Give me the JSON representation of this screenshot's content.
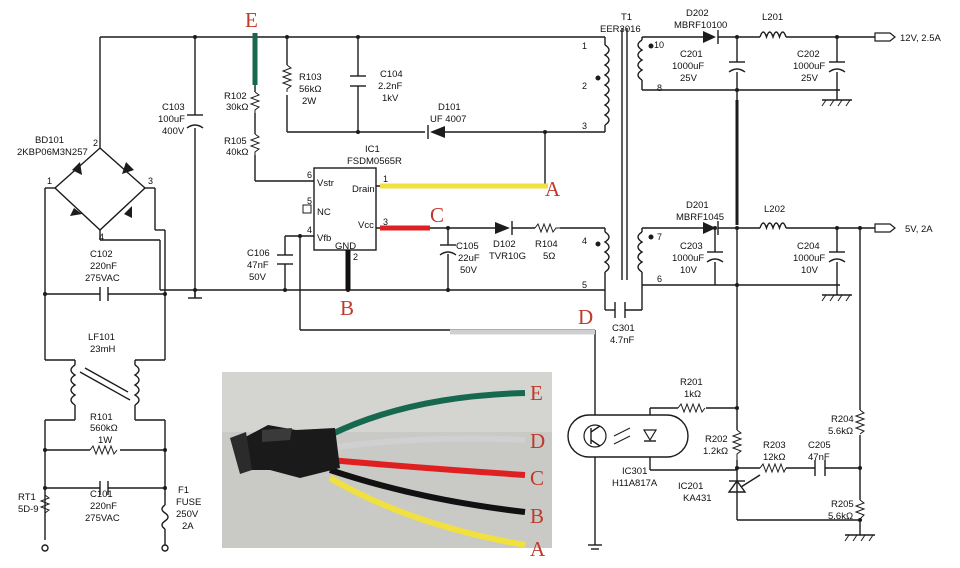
{
  "colors": {
    "wire": "#1c1c1c",
    "marker_label": "#c0392b",
    "wire_E": "#16694f",
    "wire_A": "#f0e040",
    "wire_C": "#e02020",
    "wire_B": "#111111",
    "wire_D": "#d0d0d0"
  },
  "markers": {
    "E": "E",
    "A": "A",
    "C": "C",
    "B": "B",
    "D": "D"
  },
  "photo": {
    "labels": [
      "E",
      "D",
      "C",
      "B",
      "A"
    ]
  },
  "components": {
    "bd101": {
      "ref": "BD101",
      "part": "2KBP06M3N257",
      "pins": [
        "1",
        "2",
        "3",
        "4"
      ]
    },
    "c103": {
      "ref": "C103",
      "value": "100uF",
      "voltage": "400V"
    },
    "r102": {
      "ref": "R102",
      "value": "30kΩ"
    },
    "r105": {
      "ref": "R105",
      "value": "40kΩ"
    },
    "r103": {
      "ref": "R103",
      "value": "56kΩ",
      "power": "2W"
    },
    "c104": {
      "ref": "C104",
      "value": "2.2nF",
      "voltage": "1kV"
    },
    "d101": {
      "ref": "D101",
      "part": "UF 4007"
    },
    "ic1": {
      "ref": "IC1",
      "part": "FSDM0565R",
      "vstr": "Vstr",
      "drain": "Drain",
      "nc": "NC",
      "vcc": "Vcc",
      "vfb": "Vfb",
      "gnd": "GND",
      "pins": [
        "6",
        "1",
        "5",
        "3",
        "4",
        "2"
      ]
    },
    "c102": {
      "ref": "C102",
      "value": "220nF",
      "voltage": "275VAC"
    },
    "c106": {
      "ref": "C106",
      "value": "47nF",
      "voltage": "50V"
    },
    "c105": {
      "ref": "C105",
      "value": "22uF",
      "voltage": "50V"
    },
    "d102": {
      "ref": "D102",
      "part": "TVR10G"
    },
    "r104": {
      "ref": "R104",
      "value": "5Ω"
    },
    "lf101": {
      "ref": "LF101",
      "value": "23mH"
    },
    "r101": {
      "ref": "R101",
      "value": "560kΩ",
      "power": "1W"
    },
    "c101": {
      "ref": "C101",
      "value": "220nF",
      "voltage": "275VAC"
    },
    "rt1": {
      "ref": "RT1",
      "value": "5D-9"
    },
    "f1": {
      "ref": "F1",
      "type": "FUSE",
      "voltage": "250V",
      "current": "2A"
    },
    "t1": {
      "ref": "T1",
      "part": "EER3016",
      "pins": [
        "1",
        "2",
        "3",
        "4",
        "5",
        "10",
        "8",
        "7",
        "6"
      ]
    },
    "d202": {
      "ref": "D202",
      "part": "MBRF10100"
    },
    "c201": {
      "ref": "C201",
      "value": "1000uF",
      "voltage": "25V"
    },
    "l201": {
      "ref": "L201"
    },
    "c202": {
      "ref": "C202",
      "value": "1000uF",
      "voltage": "25V"
    },
    "out12": {
      "label": "12V, 2.5A"
    },
    "d201": {
      "ref": "D201",
      "part": "MBRF1045"
    },
    "c203": {
      "ref": "C203",
      "value": "1000uF",
      "voltage": "10V"
    },
    "l202": {
      "ref": "L202"
    },
    "c204": {
      "ref": "C204",
      "value": "1000uF",
      "voltage": "10V"
    },
    "out5": {
      "label": "5V, 2A"
    },
    "c301": {
      "ref": "C301",
      "value": "4.7nF"
    },
    "r201": {
      "ref": "R201",
      "value": "1kΩ"
    },
    "r202": {
      "ref": "R202",
      "value": "1.2kΩ"
    },
    "r203": {
      "ref": "R203",
      "value": "12kΩ"
    },
    "c205": {
      "ref": "C205",
      "value": "47nF"
    },
    "r204": {
      "ref": "R204",
      "value": "5.6kΩ"
    },
    "r205": {
      "ref": "R205",
      "value": "5.6kΩ"
    },
    "ic301": {
      "ref": "IC301",
      "part": "H11A817A"
    },
    "ic201": {
      "ref": "IC201",
      "part": "KA431"
    }
  }
}
